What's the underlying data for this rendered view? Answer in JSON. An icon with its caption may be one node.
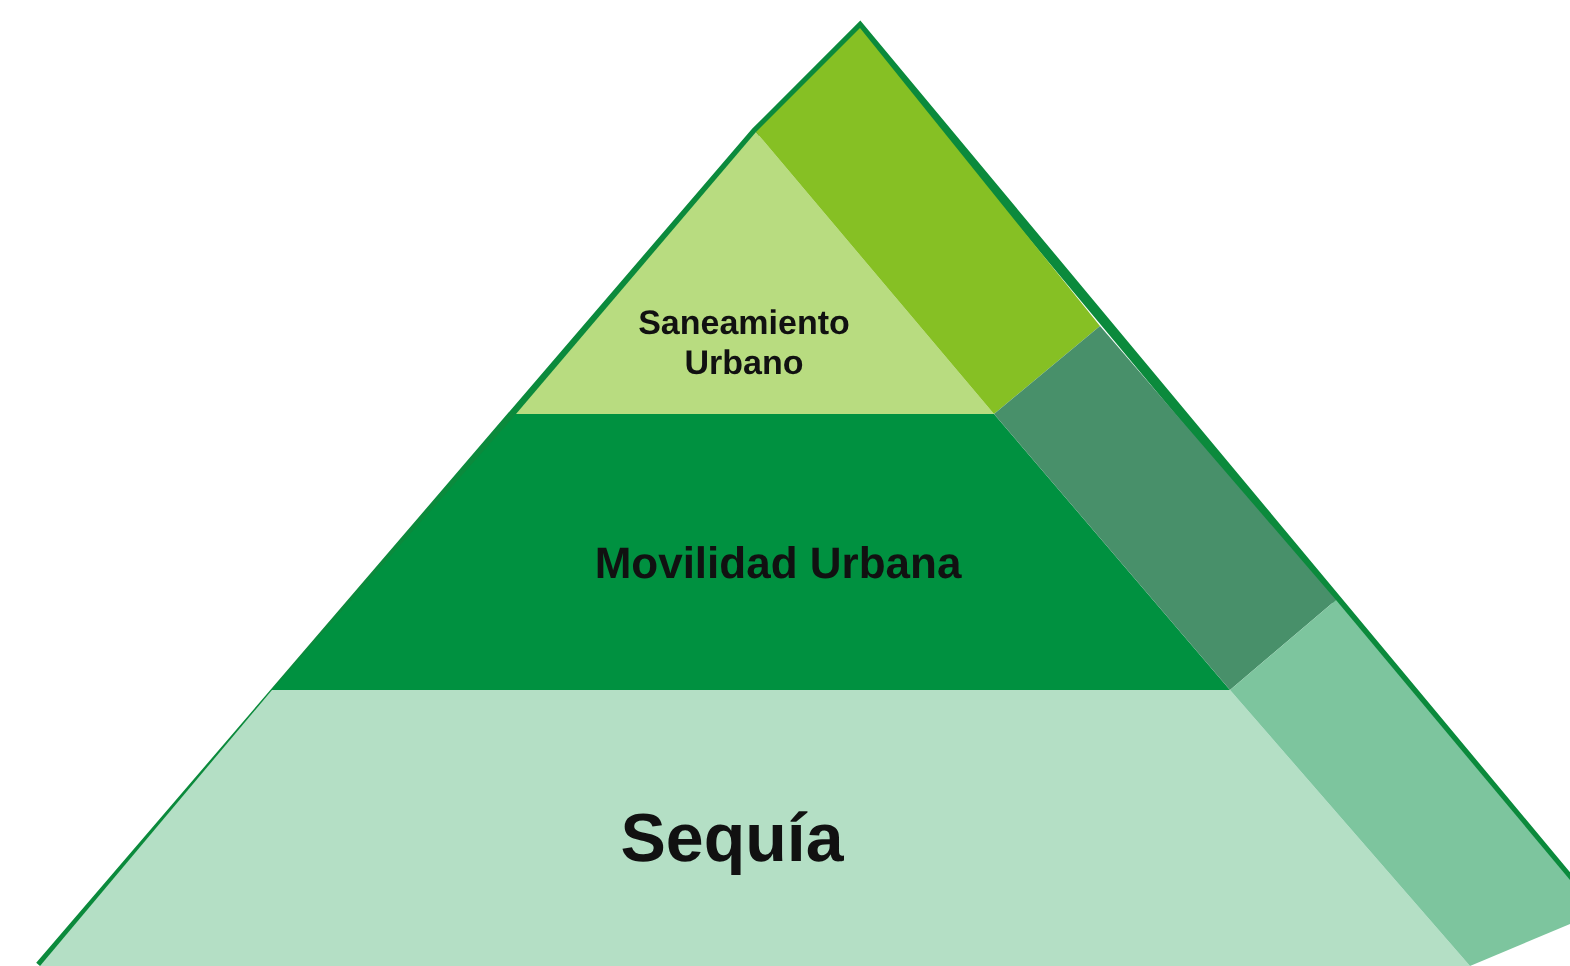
{
  "diagram": {
    "nodes": [
      {
        "text": [
          "Saneamiento Urbano"
        ]
      },
      {
        "text": [
          "Movilidad Urbana"
        ]
      },
      {
        "text": [
          "Sequía"
        ]
      }
    ]
  }
}
